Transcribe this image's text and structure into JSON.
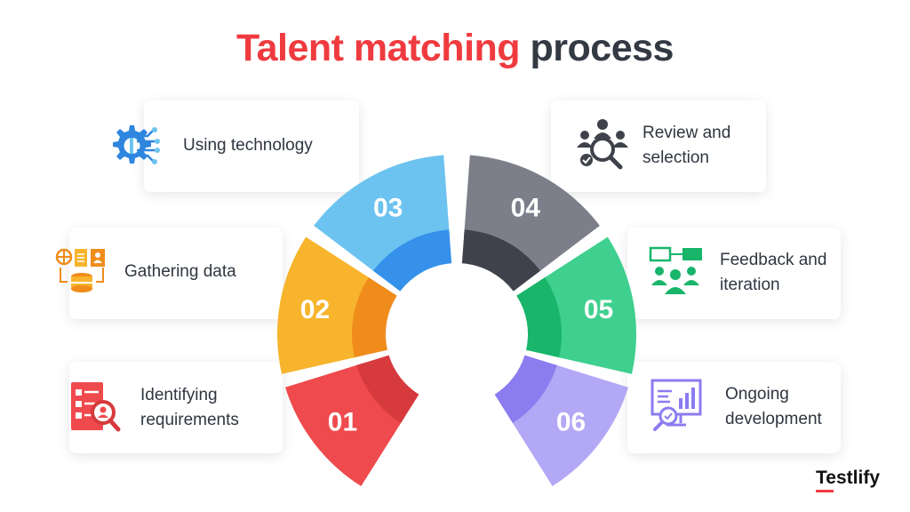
{
  "title": {
    "accent": "Talent matching",
    "rest": "process"
  },
  "steps": [
    {
      "number": "01",
      "label": "Identifying requirements",
      "color": "#ef4a4d",
      "inner": "#d63a3d",
      "icon": "document-search-icon"
    },
    {
      "number": "02",
      "label": "Gathering data",
      "color": "#f7b42c",
      "inner": "#f08c1c",
      "icon": "data-database-icon"
    },
    {
      "number": "03",
      "label": "Using technology",
      "color": "#6cc3f0",
      "inner": "#3591ea",
      "icon": "gear-circuit-icon"
    },
    {
      "number": "04",
      "label": "Review and selection",
      "color": "#7c7f8a",
      "inner": "#3f424a",
      "icon": "team-review-icon"
    },
    {
      "number": "05",
      "label": "Feedback and iteration",
      "color": "#3fcf8e",
      "inner": "#18b56a",
      "icon": "feedback-group-icon"
    },
    {
      "number": "06",
      "label": "Ongoing development",
      "color": "#b3a8f5",
      "inner": "#8b7cf0",
      "icon": "analytics-monitor-icon"
    }
  ],
  "brand": "Testlify",
  "colors": {
    "accent": "#ef3b3f",
    "dark": "#333a44"
  }
}
